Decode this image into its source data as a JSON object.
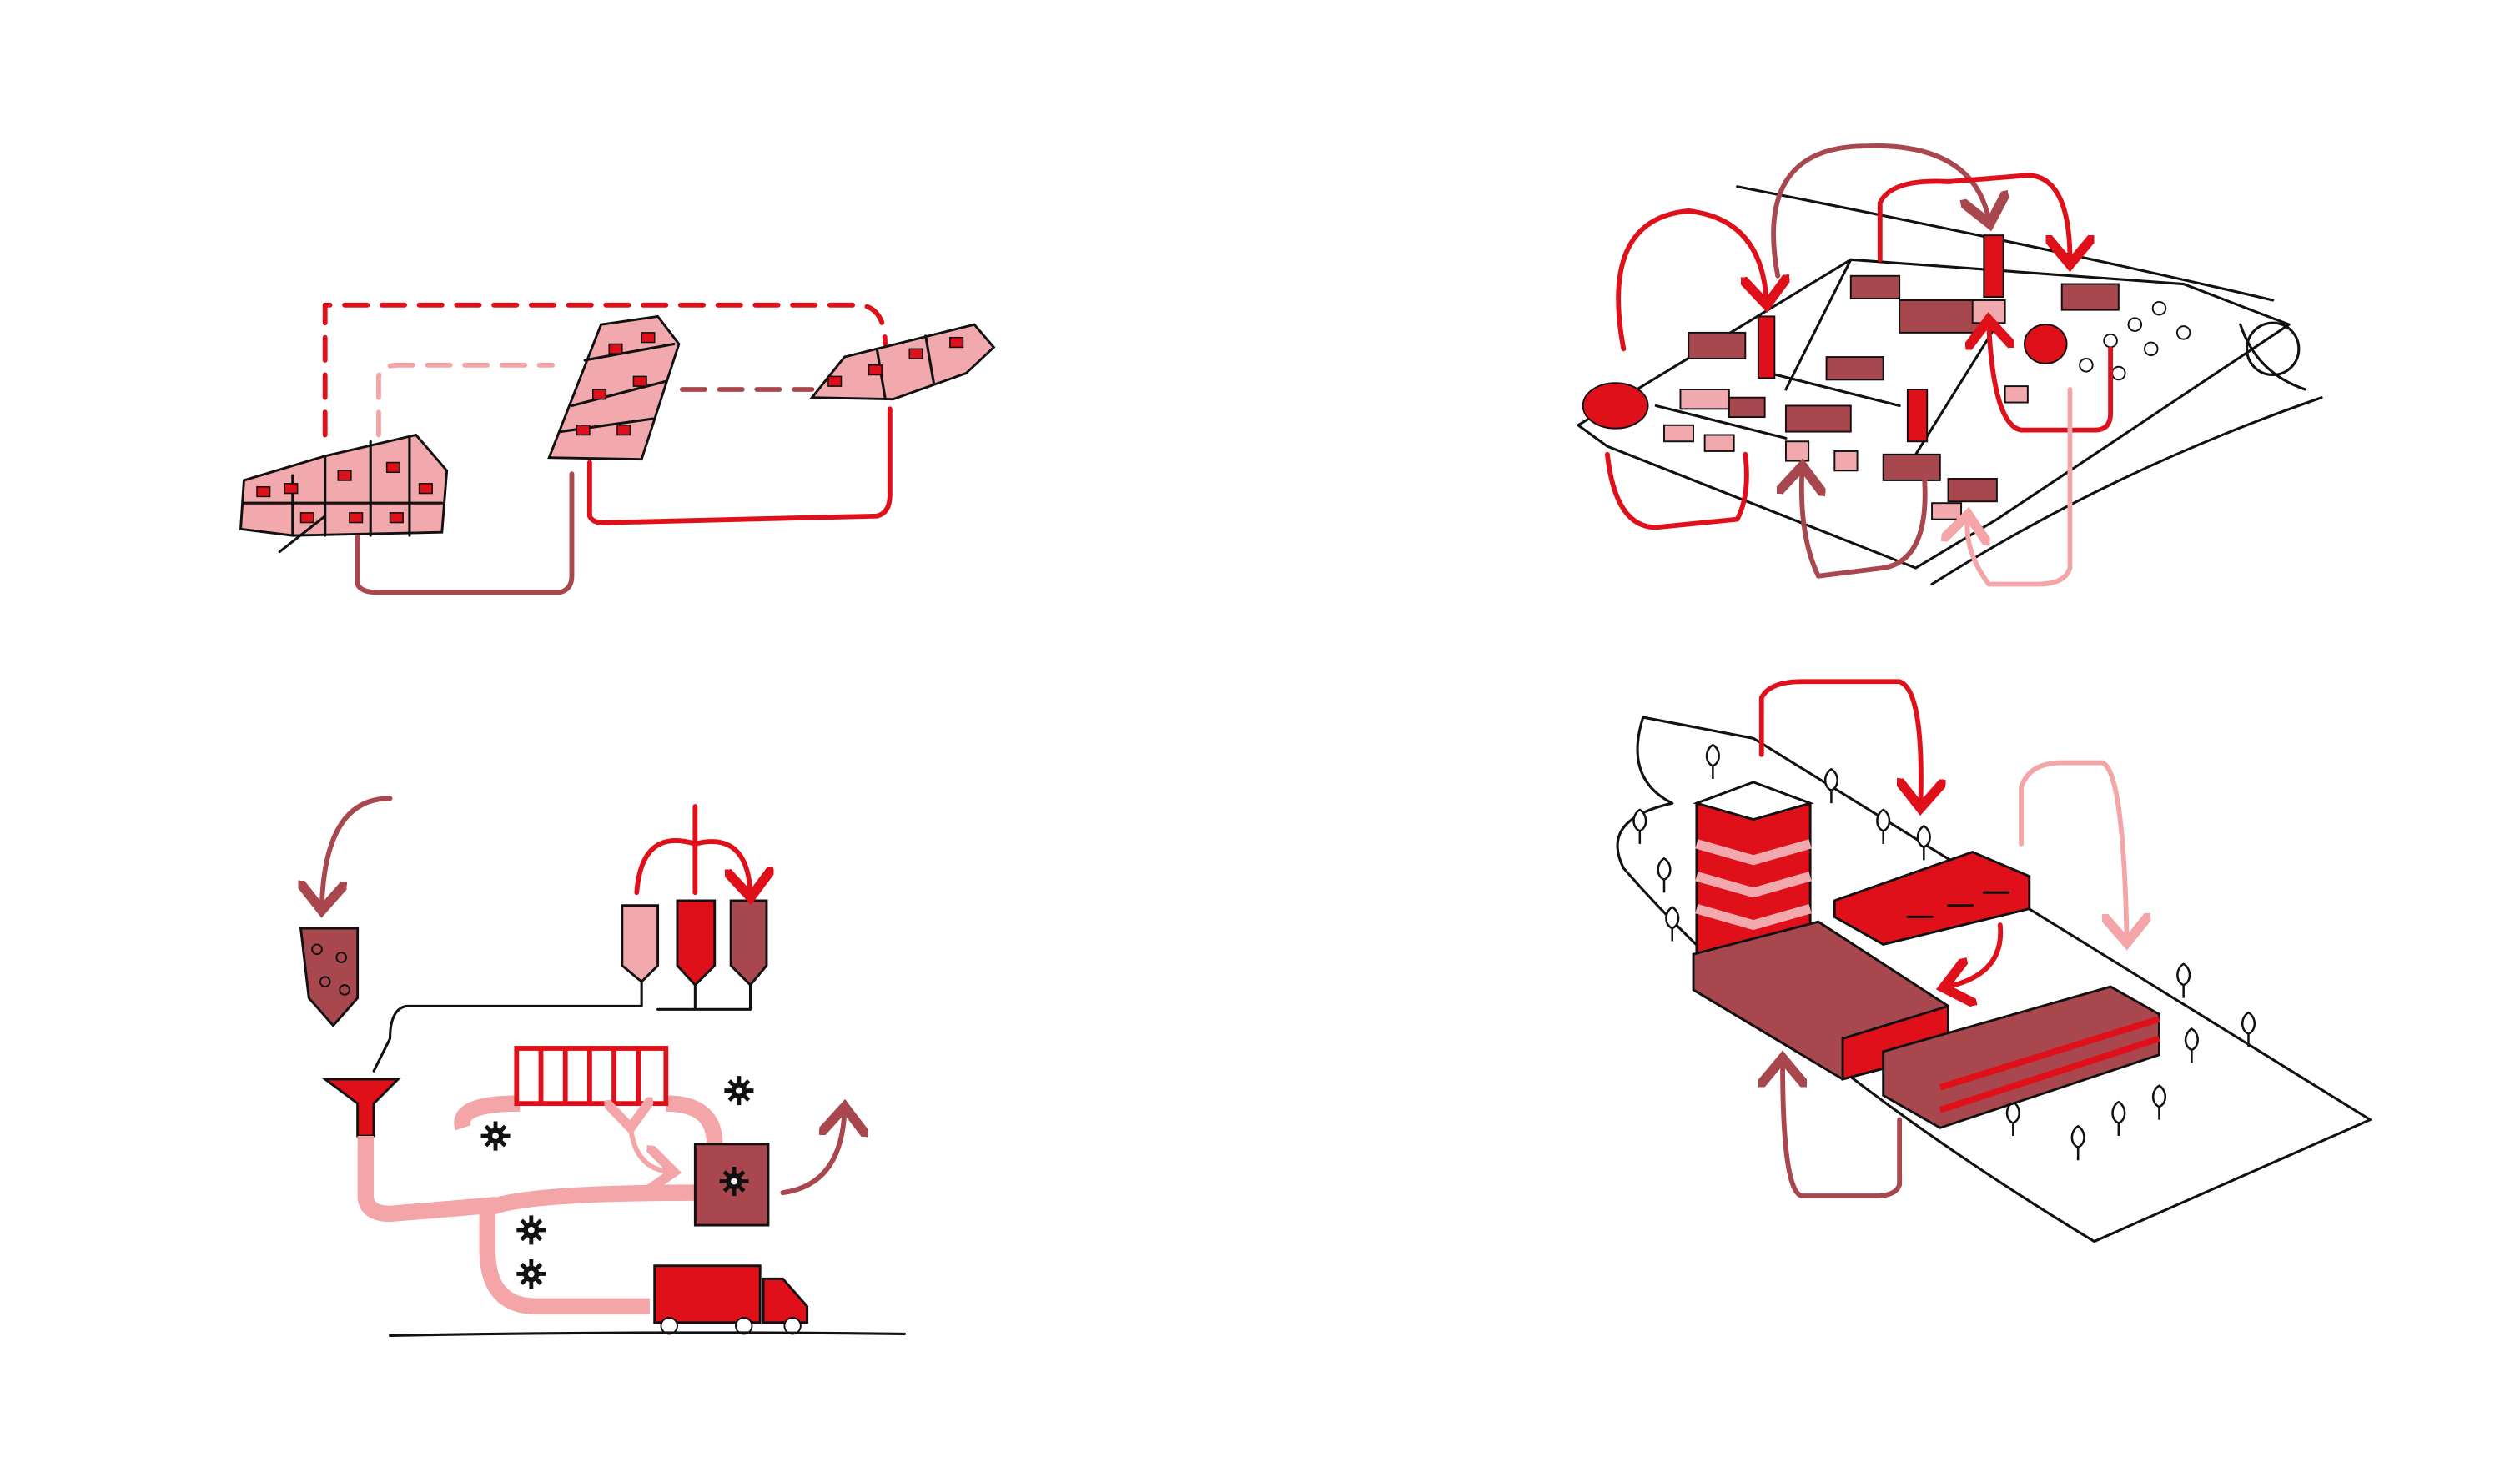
{
  "colors": {
    "red": "#e0101a",
    "dark_red": "#a8474e",
    "pink": "#f4a5a8",
    "light_pink_fill": "#f2a9ad",
    "ink": "#111111"
  },
  "panels": [
    {
      "name": "connected-districts-sketch"
    },
    {
      "name": "urban-neighborhood-flows-sketch"
    },
    {
      "name": "production-process-sketch"
    },
    {
      "name": "industrial-campus-sketch"
    }
  ],
  "icons": [
    "gear-icon",
    "truck-icon",
    "silo-icon",
    "funnel-icon",
    "tree-icon",
    "arrow-icon"
  ]
}
